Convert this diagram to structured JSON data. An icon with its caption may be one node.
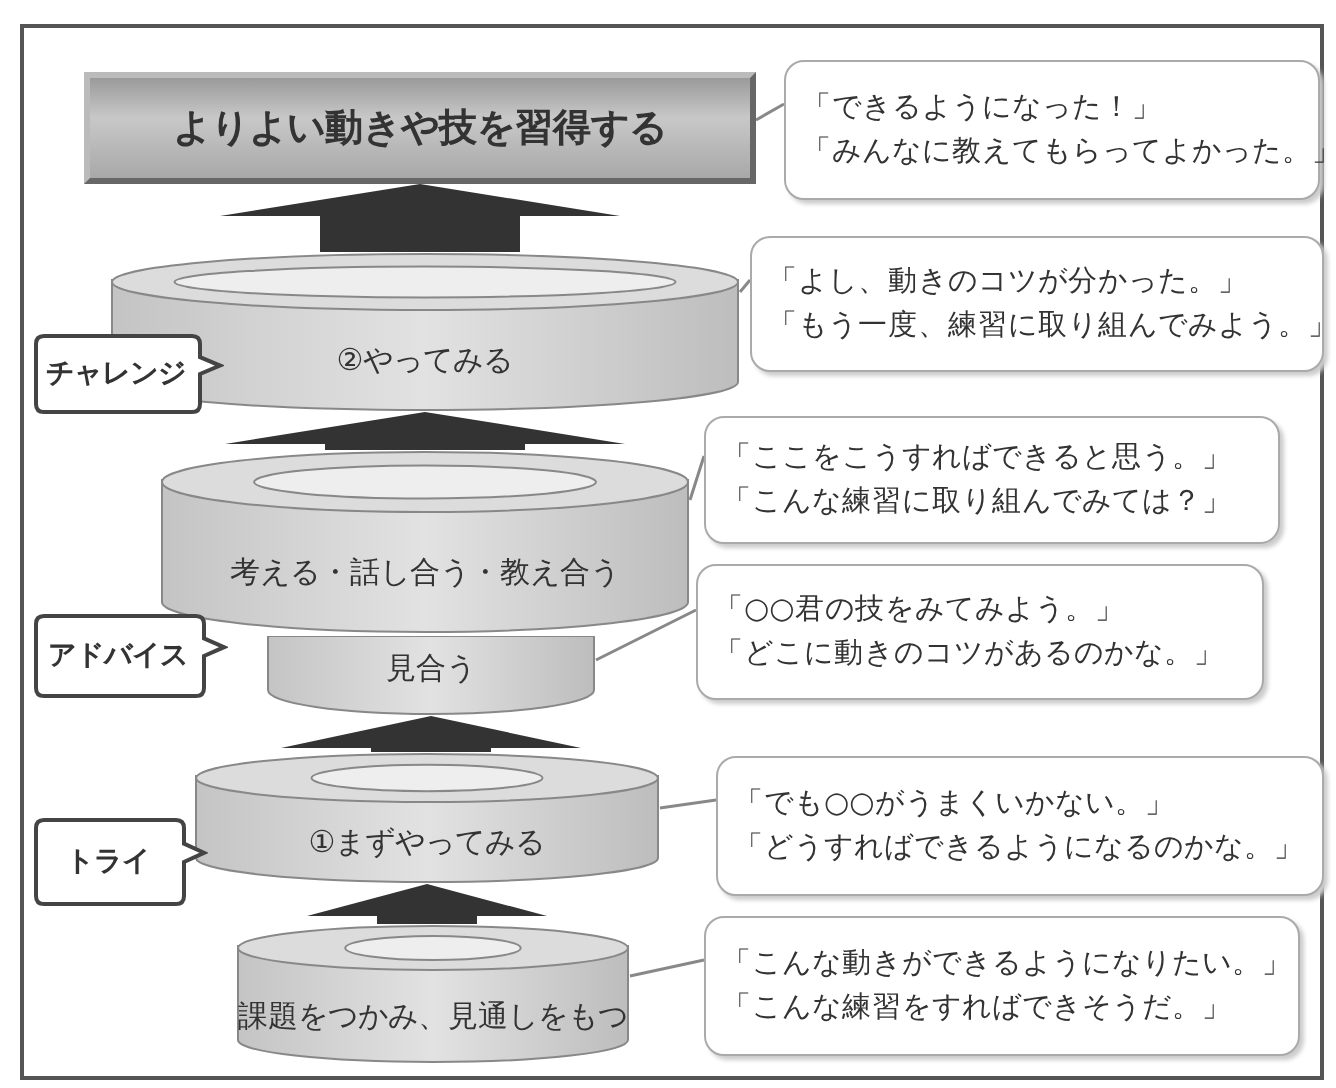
{
  "diagram": {
    "nodes": [
      {
        "text": [
          "よりよい動きや技を習得する"
        ]
      },
      {
        "text": [
          "「できるようになった！」",
          "「みんなに教えてもらってよかった。」"
        ]
      },
      {
        "text": [
          "②やってみる"
        ]
      },
      {
        "text": [
          "チャレンジ"
        ]
      },
      {
        "text": [
          "「よし、動きのコツが分かった。」",
          "「もう一度、練習に取り組んでみよう。」"
        ]
      },
      {
        "text": [
          "「ここをこうすればできると思う。」",
          "「こんな練習に取り組んでみては？」"
        ]
      },
      {
        "text": [
          "考える・話し合う・教え合う"
        ]
      },
      {
        "text": [
          "アドバイス"
        ]
      },
      {
        "text": [
          "見合う"
        ]
      },
      {
        "text": [
          "「○○君の技をみてみよう。」",
          "「どこに動きのコツがあるのかな。」"
        ]
      },
      {
        "text": [
          "①まずやってみる"
        ]
      },
      {
        "text": [
          "トライ"
        ]
      },
      {
        "text": [
          "「でも○○がうまくいかない。」",
          "「どうすればできるようになるのかな。」"
        ]
      },
      {
        "text": [
          "課題をつかみ、見通しをもつ"
        ]
      },
      {
        "text": [
          "「こんな動きができるようになりたい。」",
          "「こんな練習をすればできそうだ。」"
        ]
      }
    ],
    "edges": [
      {
        "from": 2,
        "to": 0,
        "arrow": "to",
        "style": "thick",
        "color": "#333333"
      },
      {
        "from": 6,
        "to": 2,
        "arrow": "to",
        "style": "thick",
        "color": "#333333"
      },
      {
        "from": 10,
        "to": 8,
        "arrow": "to",
        "style": "thick",
        "color": "#333333"
      },
      {
        "from": 13,
        "to": 10,
        "arrow": "to",
        "style": "thick",
        "color": "#333333"
      },
      {
        "from": 1,
        "to": 0,
        "arrow": "none"
      },
      {
        "from": 4,
        "to": 2,
        "arrow": "none"
      },
      {
        "from": 5,
        "to": 6,
        "arrow": "none"
      },
      {
        "from": 9,
        "to": 8,
        "arrow": "none"
      },
      {
        "from": 12,
        "to": 10,
        "arrow": "none"
      },
      {
        "from": 14,
        "to": 13,
        "arrow": "none"
      }
    ]
  }
}
